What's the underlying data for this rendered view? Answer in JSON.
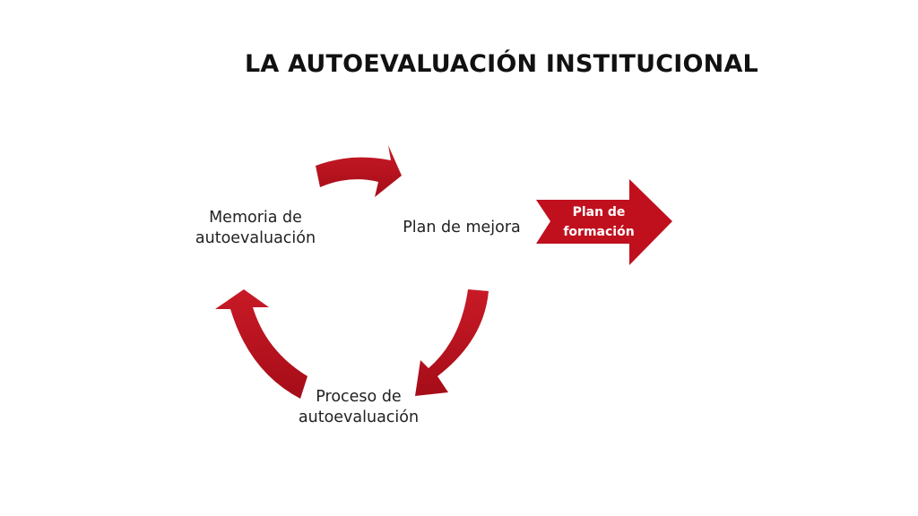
{
  "slide": {
    "title": "LA AUTOEVALUACIÓN INSTITUCIONAL"
  },
  "cycle": {
    "nodes": {
      "memoria": {
        "line1": "Memoria de",
        "line2": "autoevaluación"
      },
      "plan": {
        "label": "Plan de mejora"
      },
      "proceso": {
        "line1": "Proceso de",
        "line2": "autoevaluación"
      }
    },
    "arrow_color": "#C0101E",
    "arrow_shadow_color": "#7A0A12"
  },
  "callout": {
    "line1": "Plan de",
    "line2": "formación",
    "fill_color": "#C0101E",
    "text_color": "#FFFFFF"
  }
}
